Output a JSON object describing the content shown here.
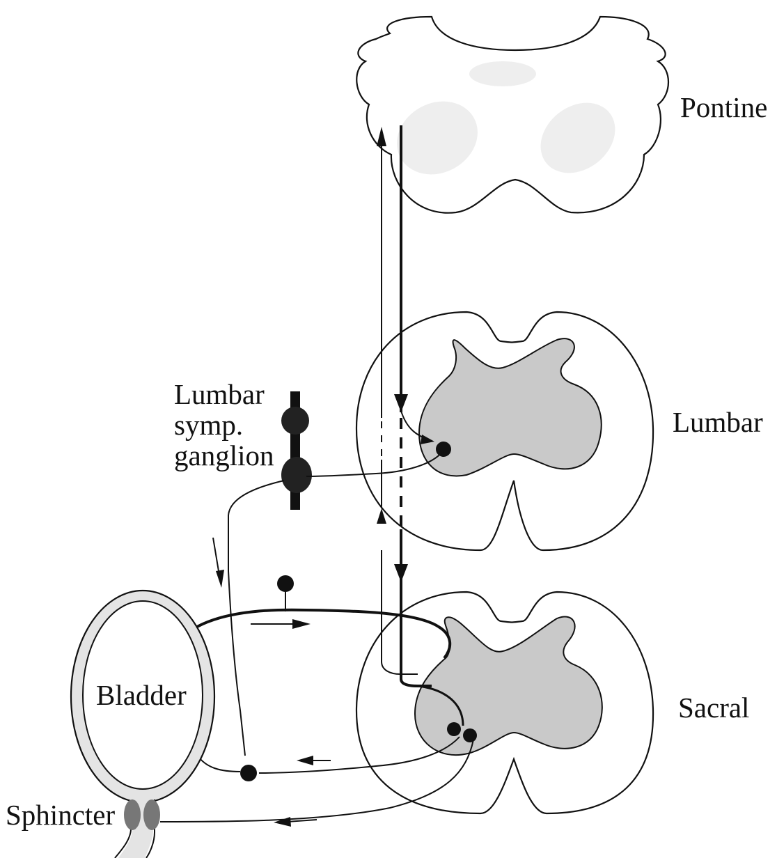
{
  "labels": {
    "pontine": "Pontine",
    "lumbar": "Lumbar",
    "lumbar_ganglion_line1": "Lumbar",
    "lumbar_ganglion_line2": "symp.",
    "lumbar_ganglion_line3": "ganglion",
    "sacral": "Sacral",
    "bladder": "Bladder",
    "sphincter": "Sphincter"
  },
  "colors": {
    "ink": "#111111",
    "gray_matter": "#c9c9c9",
    "nucleus_shading": "#eeeeee",
    "bladder_wall": "#e4e4e4",
    "sphincter": "#777777"
  }
}
